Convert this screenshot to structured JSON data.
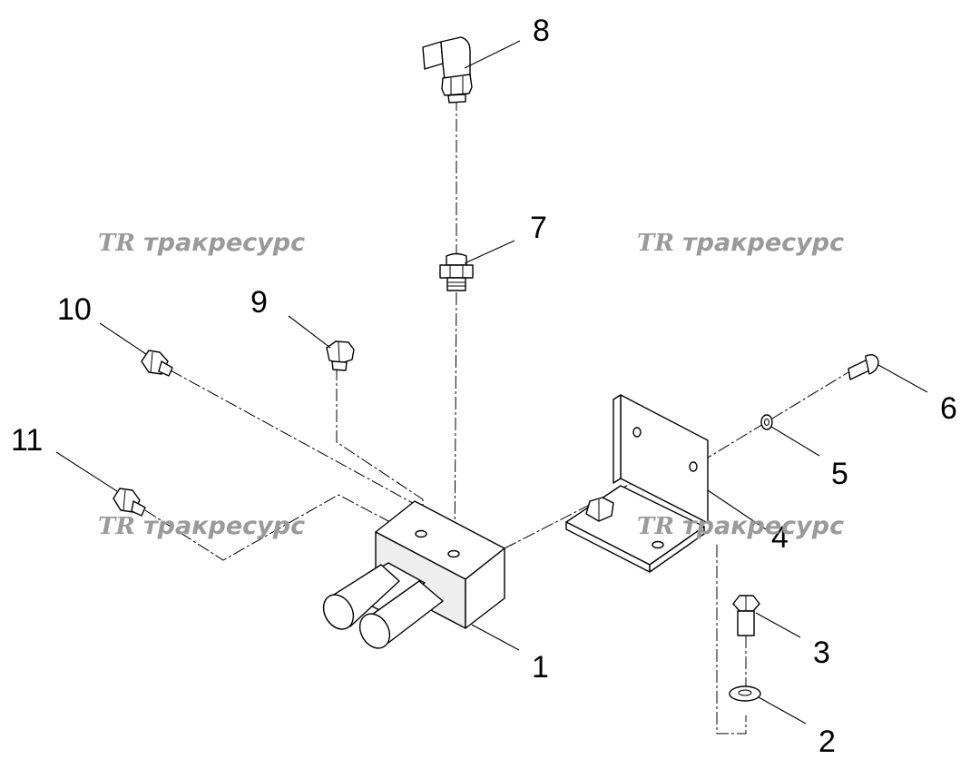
{
  "diagram": {
    "callouts": [
      {
        "id": "1",
        "label": "1"
      },
      {
        "id": "2",
        "label": "2"
      },
      {
        "id": "3",
        "label": "3"
      },
      {
        "id": "4",
        "label": "4"
      },
      {
        "id": "5",
        "label": "5"
      },
      {
        "id": "6",
        "label": "6"
      },
      {
        "id": "7",
        "label": "7"
      },
      {
        "id": "8",
        "label": "8"
      },
      {
        "id": "9",
        "label": "9"
      },
      {
        "id": "10",
        "label": "10"
      },
      {
        "id": "11",
        "label": "11"
      }
    ],
    "watermark": {
      "logo": "TR",
      "text": "тракресурс",
      "color": "#9a9a9a"
    }
  }
}
